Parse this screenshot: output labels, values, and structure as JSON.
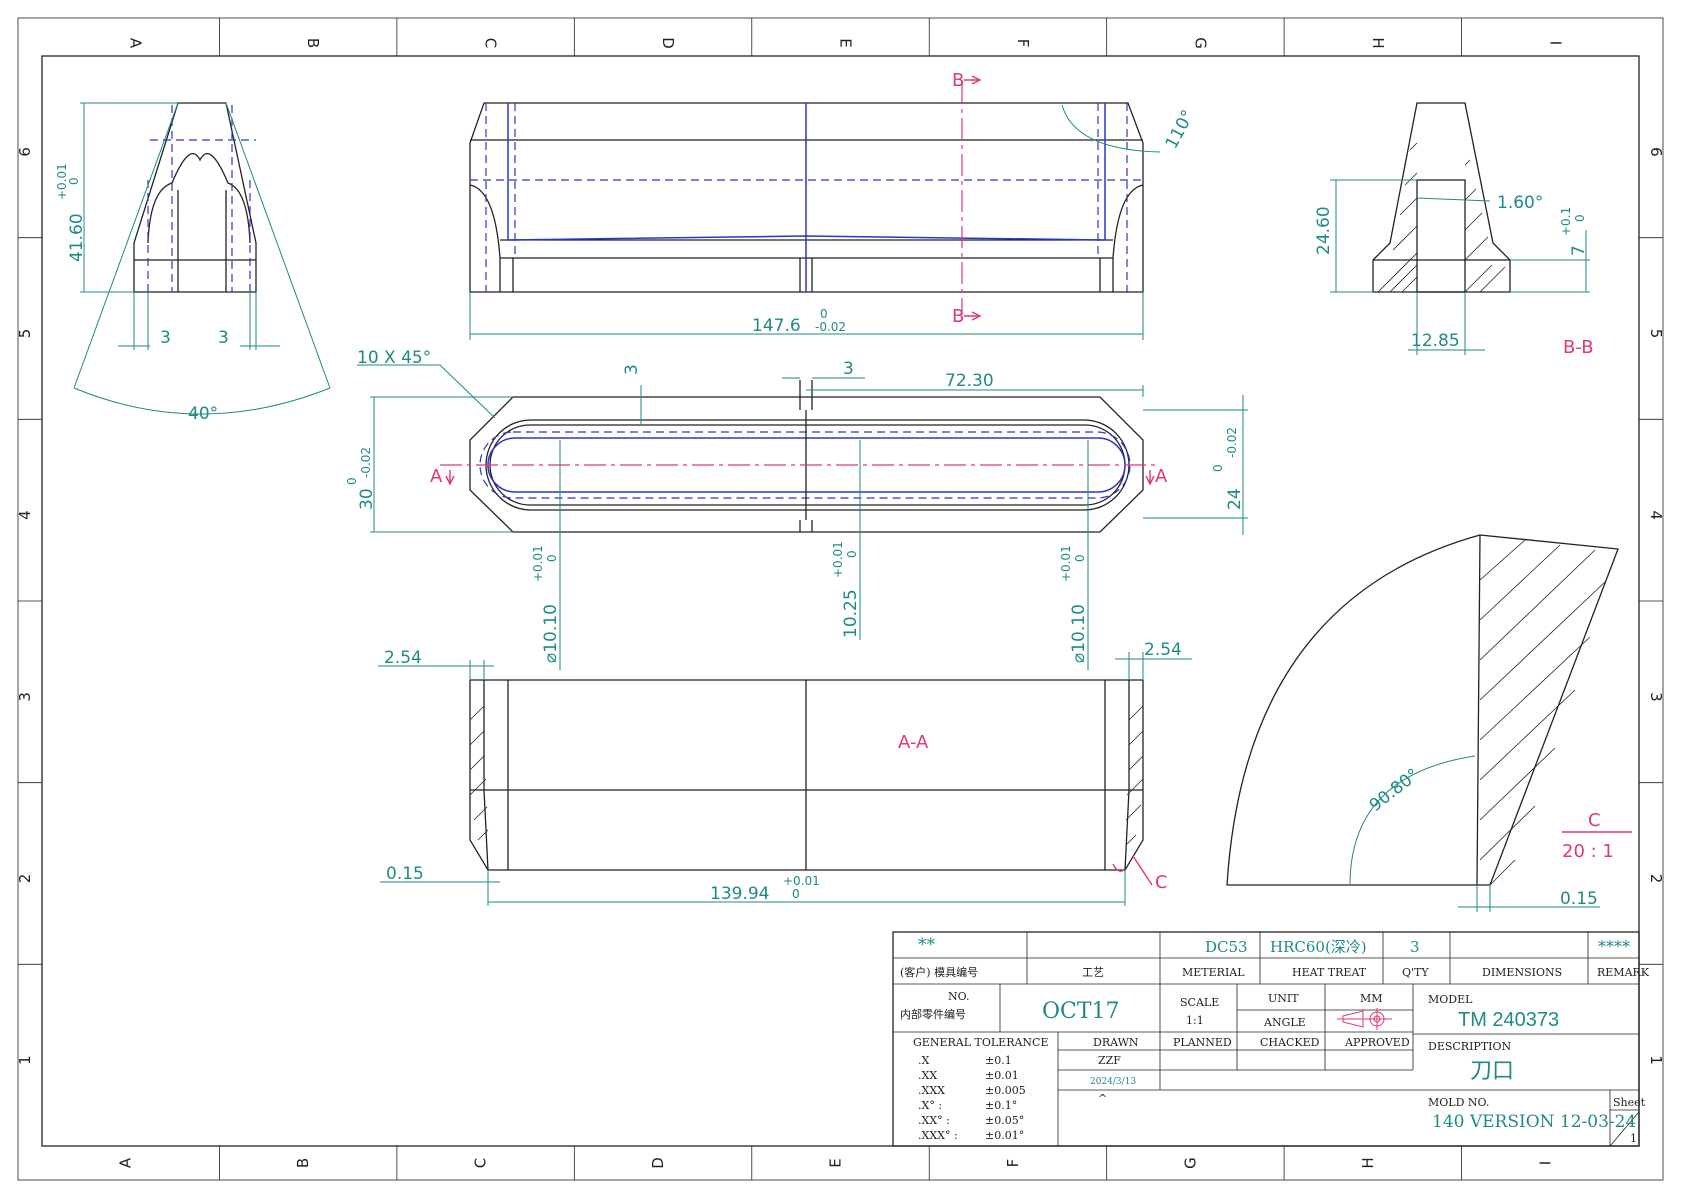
{
  "grid": {
    "cols": [
      "A",
      "B",
      "C",
      "D",
      "E",
      "F",
      "G",
      "H",
      "I"
    ],
    "rows": [
      "6",
      "5",
      "4",
      "3",
      "2",
      "1"
    ]
  },
  "views": {
    "end_view": {
      "height_dim": "41.60",
      "height_tol": "+0.01\n0",
      "left_width": "3",
      "right_width": "3",
      "angle": "40°"
    },
    "front_view": {
      "length_dim": "147.6",
      "length_tol": "0\n-0.02",
      "angle": "110°",
      "section_mark": "B"
    },
    "section_bb": {
      "height_dim": "24.60",
      "angle": "1.60°",
      "step_dim": "7",
      "step_tol": "+0.1\n0",
      "width_dim": "12.85",
      "label": "B-B"
    },
    "top_view": {
      "chamfer": "10 X 45°",
      "left_gap": "3",
      "mid_gap": "3",
      "half_len": "72.30",
      "width_dim": "30",
      "width_tol": "0\n-0.02",
      "inner_width": "24",
      "inner_tol": "0\n-0.02",
      "dia_left": "⌀10.10",
      "dia_tol": "+0.01\n0",
      "center_dim": "10.25",
      "center_tol": "+0.01\n0",
      "dia_right": "⌀10.10",
      "section_mark": "A"
    },
    "section_aa": {
      "lip_left": "2.54",
      "lip_right": "2.54",
      "bottom_left": "0.15",
      "inner_len": "139.94",
      "inner_tol": "+0.01\n0",
      "label": "A-A",
      "detail_mark": "C"
    },
    "detail_c": {
      "angle": "90.80°",
      "dim": "0.15",
      "label": "C",
      "scale": "20 : 1"
    }
  },
  "title_block": {
    "customer_value": "**",
    "material_value": "DC53",
    "heat_value": "HRC60(深冷)",
    "qty_value": "3",
    "remark_value": "****",
    "h_customer": "(客户) 模具编号",
    "h_process": "工艺",
    "h_material": "METERIAL",
    "h_heat": "HEAT TREAT",
    "h_qty": "Q'TY",
    "h_dims": "DIMENSIONS",
    "h_remark": "REMARK",
    "no_label_en": "NO.",
    "no_label_cn": "内部零件编号",
    "part_no": "OCT17",
    "scale_label": "SCALE",
    "scale_value": "1:1",
    "unit_label": "UNIT",
    "unit_value": "MM",
    "angle_label": "ANGLE",
    "model_label": "MODEL",
    "model_value": "TM 240373",
    "gt_label": "GENERAL TOLERANCE",
    "drawn_label": "DRAWN",
    "planned_label": "PLANNED",
    "checked_label": "CHACKED",
    "approved_label": "APPROVED",
    "drawn_value": "ZZF",
    "date_value": "2024/3/13",
    "caret": "^",
    "desc_label": "DESCRIPTION",
    "desc_value": "刀口",
    "mold_label": "MOLD NO.",
    "mold_value": "140 VERSION 12-03-24",
    "sheet_label": "Sheet",
    "sheet_value": "1",
    "tolerances": [
      {
        "k": ".X",
        "v": "±0.1"
      },
      {
        "k": ".XX",
        "v": "±0.01"
      },
      {
        "k": ".XXX",
        "v": "±0.005"
      },
      {
        "k": ".X° :",
        "v": "±0.1°"
      },
      {
        "k": ".XX° :",
        "v": "±0.05°"
      },
      {
        "k": ".XXX° :",
        "v": "±0.01°"
      }
    ]
  }
}
